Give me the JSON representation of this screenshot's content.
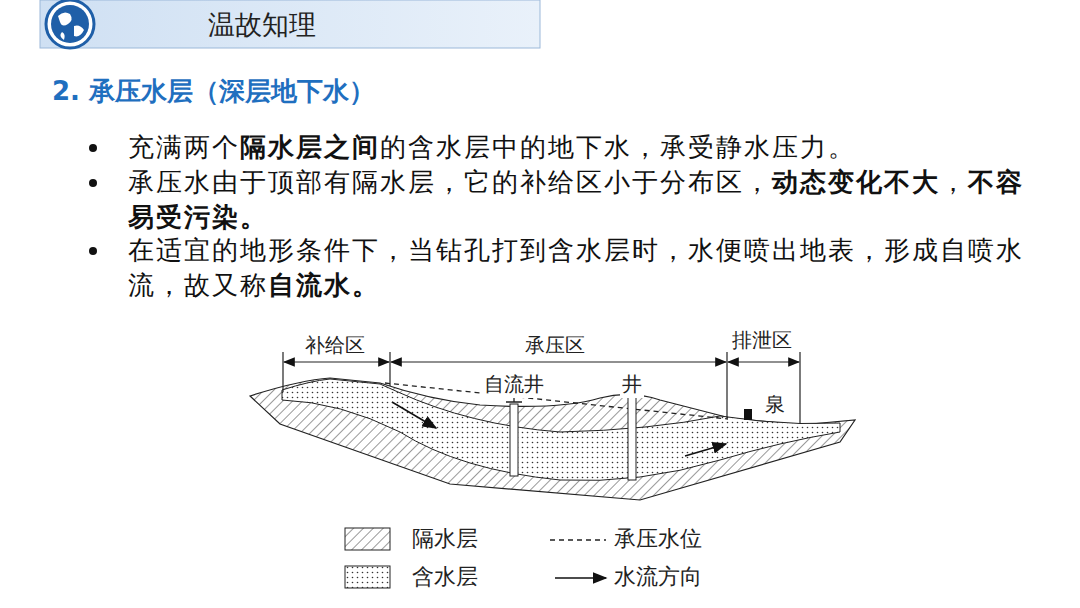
{
  "diagram": {
    "title": "2. 承压水层（深层地下水）",
    "labels": [
      "温故知理",
      "充满两个",
      "隔水层之间",
      "的含水层中的地下水，承受静水压力。",
      "承压水由于顶部有隔水层，它的补给区小于分布区，",
      "动态变化不大",
      "，",
      "不容易受污染。",
      "在适宜的地形条件下，当钻孔打到含水层时，水便喷出地表，形成自喷水流，故又称",
      "自流水。",
      "补给区",
      "承压区",
      "排泄区",
      "自流井",
      "井",
      "泉"
    ],
    "legend": [
      {
        "text": "隔水层"
      },
      {
        "text": "承压水位"
      },
      {
        "text": "含水层"
      },
      {
        "text": "水流方向"
      }
    ]
  }
}
